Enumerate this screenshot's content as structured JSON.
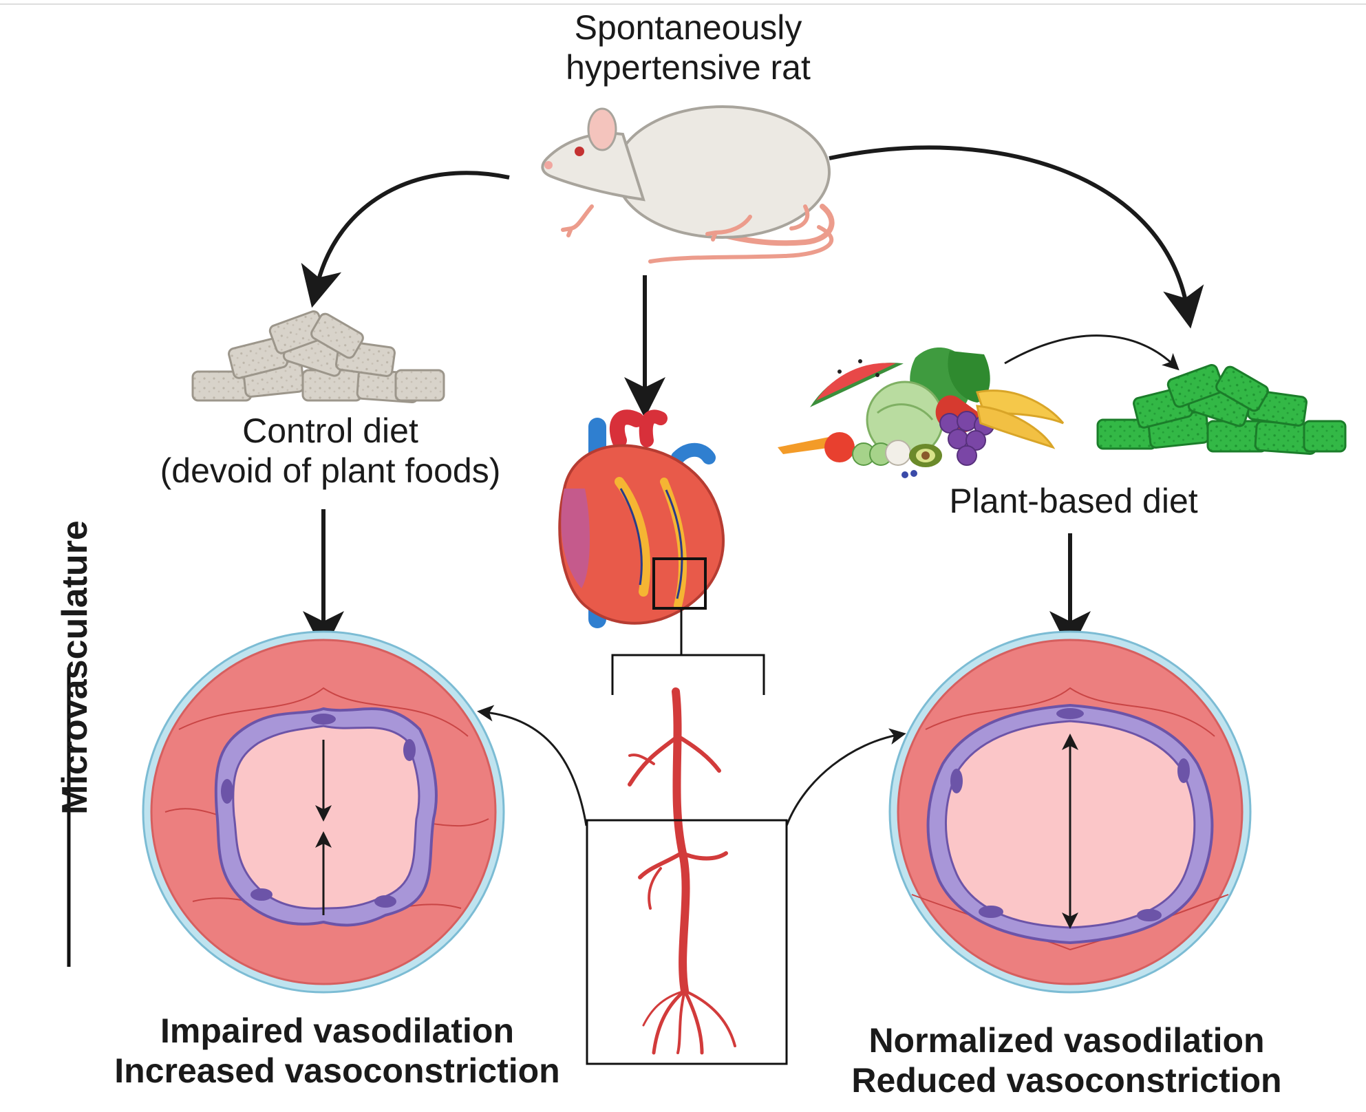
{
  "labels": {
    "rat_line1": "Spontaneously",
    "rat_line2": "hypertensive rat",
    "control_line1": "Control diet",
    "control_line2": "(devoid of plant foods)",
    "plant": "Plant-based diet",
    "microvasculature": "Microvasculature",
    "left_out_line1": "Impaired vasodilation",
    "left_out_line2": "Increased vasoconstriction",
    "right_out_line1": "Normalized vasodilation",
    "right_out_line2": "Reduced vasoconstriction"
  },
  "icons": [
    "rat-icon",
    "control-chow-icon",
    "plant-foods-icon",
    "green-chow-icon",
    "heart-icon",
    "artery-tree-icon",
    "vessel-cross-section-icon"
  ],
  "colors": {
    "arrow": "#1a1a1a",
    "vessel_outer": "#9fd3e6",
    "vessel_muscle": "#ee8585",
    "vessel_endothelium": "#a795d6",
    "vessel_lumen": "#fbc4c6",
    "artery": "#d23b3b",
    "control_chow": "#d6d1c8",
    "green_chow": "#30b545"
  }
}
